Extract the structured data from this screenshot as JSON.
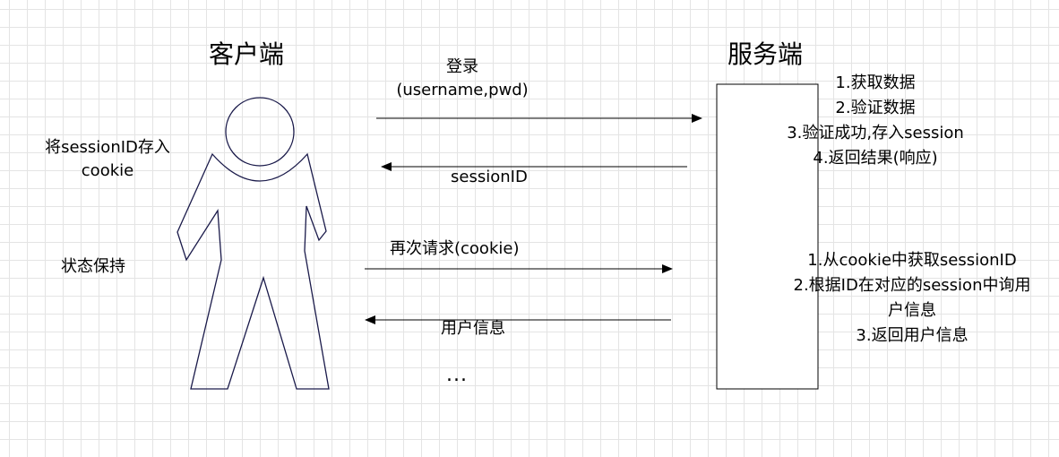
{
  "client": {
    "title": "客户端",
    "note_cookie_line1": "将sessionID存入",
    "note_cookie_line2": "cookie",
    "note_state": "状态保持"
  },
  "server": {
    "title": "服务端",
    "steps_first": [
      "1.获取数据",
      "2.验证数据",
      "3.验证成功,存入session",
      "4.返回结果(响应)"
    ],
    "steps_second": [
      "1.从cookie中获取sessionID",
      "2.根据ID在对应的session中询用",
      "户信息",
      "3.返回用户信息"
    ]
  },
  "messages": {
    "login_line1": "登录",
    "login_line2": "(username,pwd)",
    "session_id": "sessionID",
    "request_again": "再次请求(cookie)",
    "user_info": "用户信息",
    "ellipsis": "..."
  },
  "colors": {
    "line": "#000000",
    "figure_stroke": "#1a1a4a",
    "grid": "#e4e4e4",
    "background": "#ffffff"
  }
}
